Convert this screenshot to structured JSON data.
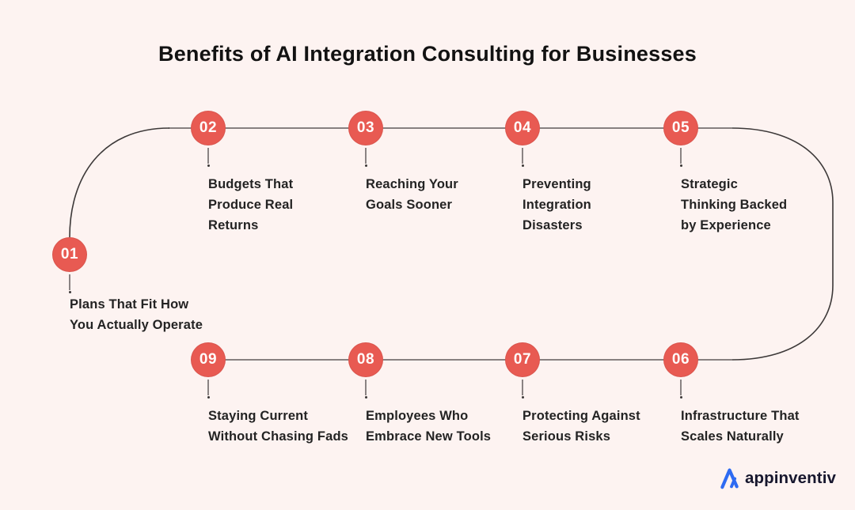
{
  "title": "Benefits of AI Integration Consulting for Businesses",
  "colors": {
    "background": "#fdf3f1",
    "node_circle": "#e85a52",
    "node_number_text": "#ffffff",
    "connector_gray": "#878080",
    "curve_dark": "#3c3838",
    "label_text": "#232323",
    "logo_blue": "#2e6bf2",
    "logo_text": "#17172e"
  },
  "nodes": [
    {
      "number": "01",
      "lines": [
        "Plans That Fit How",
        "You Actually Operate"
      ]
    },
    {
      "number": "02",
      "lines": [
        "Budgets That",
        "Produce Real",
        "Returns"
      ]
    },
    {
      "number": "03",
      "lines": [
        "Reaching Your",
        "Goals Sooner"
      ]
    },
    {
      "number": "04",
      "lines": [
        "Preventing",
        "Integration",
        "Disasters"
      ]
    },
    {
      "number": "05",
      "lines": [
        "Strategic",
        "Thinking Backed",
        "by Experience"
      ]
    },
    {
      "number": "06",
      "lines": [
        "Infrastructure That",
        "Scales Naturally"
      ]
    },
    {
      "number": "07",
      "lines": [
        "Protecting Against",
        "Serious Risks"
      ]
    },
    {
      "number": "08",
      "lines": [
        "Employees Who",
        "Embrace New Tools"
      ]
    },
    {
      "number": "09",
      "lines": [
        "Staying Current",
        "Without Chasing Fads"
      ]
    }
  ],
  "logo": {
    "text": "appinventiv"
  }
}
